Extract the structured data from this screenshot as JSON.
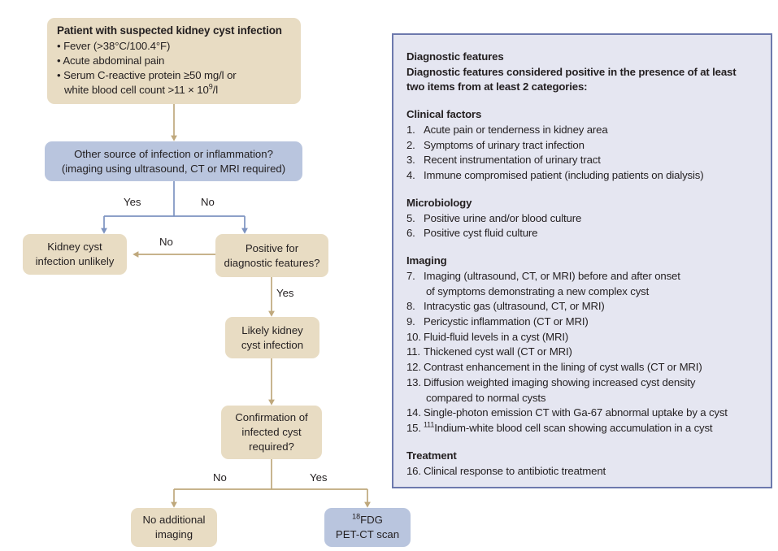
{
  "flowchart": {
    "start_box": {
      "title": "Patient with suspected kidney cyst infection",
      "bullets": [
        "• Fever (>38°C/100.4°F)",
        "• Acute abdominal pain",
        "• Serum C-reactive protein ≥50 mg/l or"
      ],
      "bullet_continuation": "white blood cell count >11 × 10",
      "bullet_continuation_sup": "9",
      "bullet_continuation_tail": "/l"
    },
    "other_source_box": {
      "line1": "Other source of infection or inflammation?",
      "line2": "(imaging using ultrasound, CT or MRI required)"
    },
    "unlikely_box": {
      "line1": "Kidney cyst",
      "line2": "infection unlikely"
    },
    "positive_box": {
      "line1": "Positive for",
      "line2": "diagnostic features?"
    },
    "likely_box": {
      "line1": "Likely kidney",
      "line2": "cyst infection"
    },
    "confirmation_box": {
      "line1": "Confirmation of",
      "line2": "infected cyst",
      "line3": "required?"
    },
    "no_imaging_box": {
      "line1": "No additional",
      "line2": "imaging"
    },
    "pet_ct_box": {
      "line1_sup": "18",
      "line1": "FDG",
      "line2": "PET-CT scan"
    },
    "edge_labels": {
      "other_yes": "Yes",
      "other_no": "No",
      "positive_no": "No",
      "positive_yes": "Yes",
      "confirm_no": "No",
      "confirm_yes": "Yes"
    },
    "colors": {
      "tan_fill": "#e8dcc3",
      "blue_fill": "#b9c5de",
      "tan_connector": "#bfa87c",
      "blue_connector": "#7d93c0",
      "text": "#231f20"
    }
  },
  "info_panel": {
    "heading": "Diagnostic features",
    "subheading_line1": "Diagnostic features considered positive in the presence of at least",
    "subheading_line2": "two items from at least 2 categories:",
    "sections": [
      {
        "title": "Clinical factors",
        "items": [
          {
            "num": "1.",
            "text": "Acute pain or tenderness in kidney area"
          },
          {
            "num": "2.",
            "text": "Symptoms of urinary tract infection"
          },
          {
            "num": "3.",
            "text": "Recent instrumentation of urinary tract"
          },
          {
            "num": "4.",
            "text": "Immune compromised patient (including patients on dialysis)"
          }
        ]
      },
      {
        "title": "Microbiology",
        "items": [
          {
            "num": "5.",
            "text": "Positive urine and/or blood culture"
          },
          {
            "num": "6.",
            "text": "Positive cyst fluid culture"
          }
        ]
      },
      {
        "title": "Imaging",
        "items": [
          {
            "num": "7.",
            "text": "Imaging (ultrasound, CT, or MRI) before and after onset",
            "text2": "of symptoms demonstrating a new complex cyst"
          },
          {
            "num": "8.",
            "text": "Intracystic gas (ultrasound, CT, or MRI)"
          },
          {
            "num": "9.",
            "text": "Pericystic inflammation (CT or MRI)"
          },
          {
            "num": "10.",
            "text": "Fluid-fluid levels in a cyst (MRI)"
          },
          {
            "num": "11.",
            "text": "Thickened cyst wall (CT or MRI)"
          },
          {
            "num": "12.",
            "text": "Contrast enhancement in the lining of cyst walls (CT or MRI)"
          },
          {
            "num": "13.",
            "text": "Diffusion weighted imaging showing increased cyst density",
            "text2": "compared to normal cysts"
          },
          {
            "num": "14.",
            "text": "Single-photon emission CT with Ga-67 abnormal uptake by a cyst"
          },
          {
            "num": "15.",
            "sup": "111",
            "text": "Indium-white blood cell scan showing accumulation in a cyst"
          }
        ]
      },
      {
        "title": "Treatment",
        "items": [
          {
            "num": "16.",
            "text": "Clinical response to antibiotic treatment"
          }
        ]
      }
    ]
  }
}
